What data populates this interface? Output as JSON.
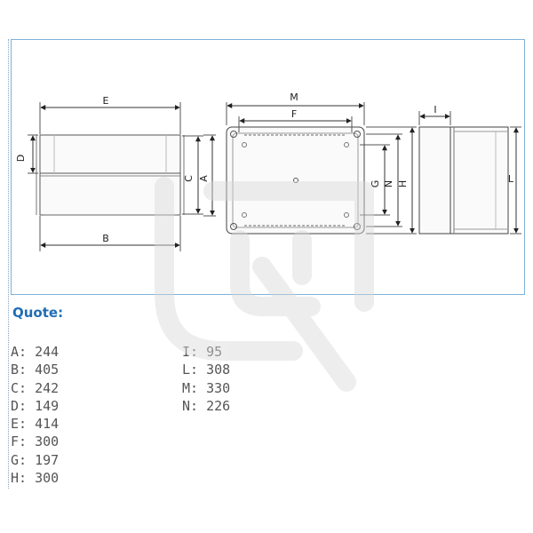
{
  "diagram": {
    "labels": {
      "E": "E",
      "B": "B",
      "D": "D",
      "C": "C",
      "A": "A",
      "M": "M",
      "F": "F",
      "G": "G",
      "N": "N",
      "H": "H",
      "I": "I",
      "L": "L"
    }
  },
  "quote": {
    "title": "Quote:",
    "column1": [
      "A: 244",
      "B: 405",
      "C: 242",
      "D: 149",
      "E: 414",
      "F: 300",
      "G: 197",
      "H: 300"
    ],
    "column2": [
      "I: 95",
      "L: 308",
      "M: 330",
      "N: 226"
    ]
  },
  "colors": {
    "border": "#7fb2d8",
    "title": "#1f6db5",
    "text": "#555555"
  }
}
